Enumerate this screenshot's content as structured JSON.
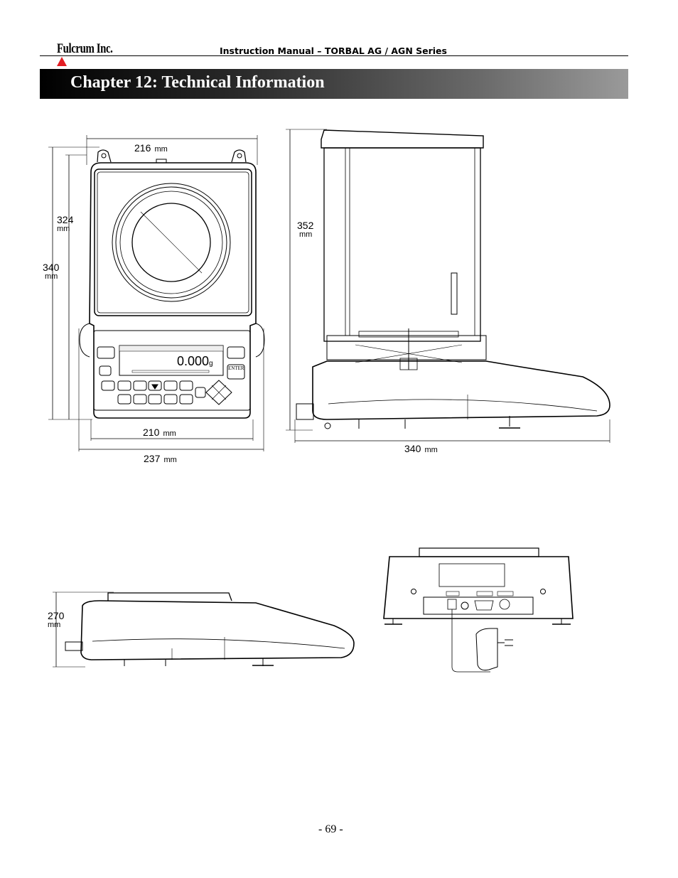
{
  "header": {
    "logo_text": "Fulcrum Inc.",
    "manual_title": "Instruction Manual – TORBAL AG / AGN Series"
  },
  "chapter": {
    "title": "Chapter 12: Technical Information"
  },
  "front_view": {
    "top_width": "216",
    "top_width_unit": "mm",
    "inner_height": "324",
    "inner_height_unit": "mm",
    "total_height": "340",
    "total_height_unit": "mm",
    "bottom_width": "210",
    "bottom_width_unit": "mm",
    "total_width": "237",
    "total_width_unit": "mm",
    "display_value": "0.000",
    "display_unit": "g",
    "enter_key": "ENTER"
  },
  "side_view": {
    "height": "352",
    "height_unit": "mm",
    "depth": "340",
    "depth_unit": "mm"
  },
  "low_view": {
    "height": "270",
    "height_unit": "mm"
  },
  "footer": {
    "page_number": "- 69 -"
  },
  "colors": {
    "logo_mark": "#e31e24",
    "chapter_bar_start": "#000000",
    "chapter_bar_end": "#9a9a9a"
  }
}
